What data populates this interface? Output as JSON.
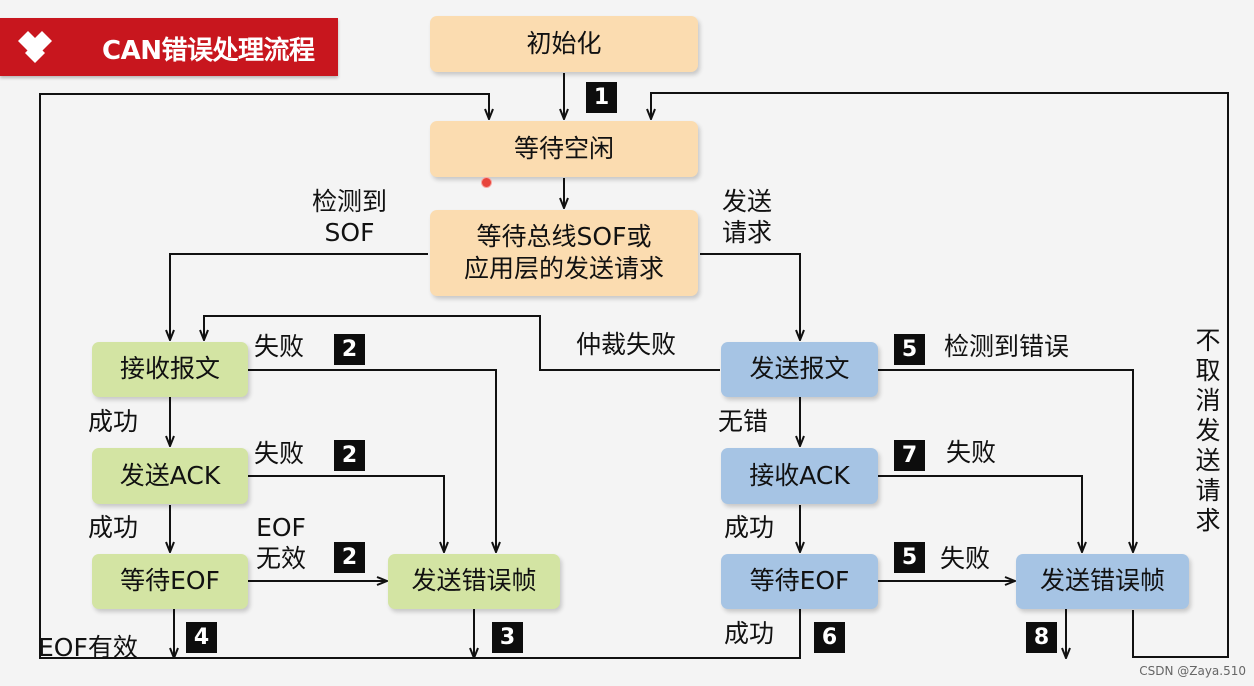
{
  "header": {
    "title": "CAN错误处理流程"
  },
  "nodes": {
    "init": "初始化",
    "wait_idle": "等待空闲",
    "wait_sof_line1": "等待总线SOF或",
    "wait_sof_line2": "应用层的发送请求",
    "recv_msg": "接收报文",
    "send_ack": "发送ACK",
    "wait_eof_left": "等待EOF",
    "error_frame_left": "发送错误帧",
    "send_msg": "发送报文",
    "recv_ack": "接收ACK",
    "wait_eof_right": "等待EOF",
    "error_frame_right": "发送错误帧"
  },
  "labels": {
    "detect_sof_line1": "检测到",
    "detect_sof_line2": "SOF",
    "send_req_line1": "发送",
    "send_req_line2": "请求",
    "fail_recv": "失败",
    "fail_ack": "失败",
    "eof_invalid_line1": "EOF",
    "eof_invalid_line2": "无效",
    "success_recv": "成功",
    "success_ack": "成功",
    "eof_valid": "EOF有效",
    "arbitration_fail": "仲裁失败",
    "detect_error": "检测到错误",
    "no_error": "无错",
    "fail_recv_ack": "失败",
    "success_recv_ack": "成功",
    "fail_eof": "失败",
    "success_eof": "成功",
    "no_cancel_send": "不取消发送请求"
  },
  "badges": {
    "b1": "1",
    "b2a": "2",
    "b2b": "2",
    "b2c": "2",
    "b3": "3",
    "b4": "4",
    "b5a": "5",
    "b5b": "5",
    "b6": "6",
    "b7": "7",
    "b8": "8"
  },
  "colors": {
    "banner": "#c8161e",
    "state_orange": "#fbdcb0",
    "state_green": "#d3e4a3",
    "state_blue": "#a6c4e4",
    "line": "#111111"
  },
  "watermark": "CSDN @Zaya.510"
}
